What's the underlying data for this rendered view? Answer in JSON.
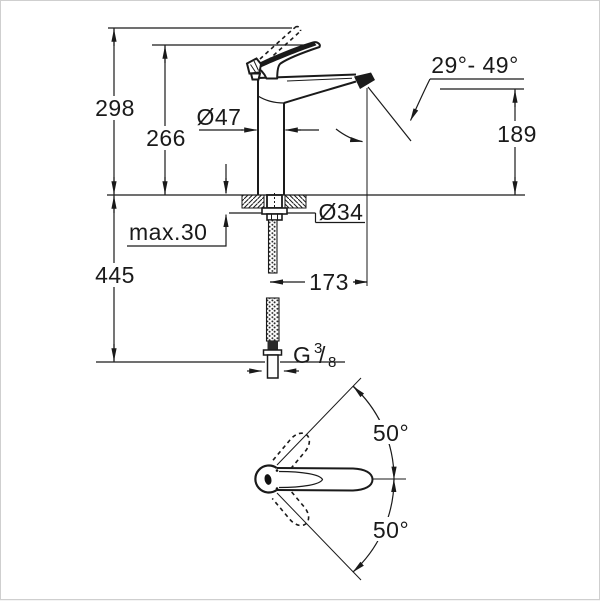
{
  "page": {
    "background": "#ffffff",
    "border_color": "#cfcfcf",
    "line_color": "#1a1a1a"
  },
  "drawing": {
    "title": "single-lever basin mixer technical dimension drawing",
    "views": [
      "side-elevation-with-installation-dimensions",
      "top-view-handle-swing"
    ],
    "labels": {
      "height_overall_raised_lever": "298",
      "height_to_lever": "266",
      "height_below_deck": "445",
      "max_deck_thickness": "max.30",
      "body_diameter": "Ø47",
      "hole_diameter": "Ø34",
      "spout_reach": "173",
      "spout_height": "189",
      "spout_angle_range": "29°- 49°",
      "thread_letter": "G",
      "thread_numerator": "3",
      "thread_slash": "/",
      "thread_denominator": "8",
      "handle_swing_upper": "50°",
      "handle_swing_lower": "50°"
    }
  }
}
